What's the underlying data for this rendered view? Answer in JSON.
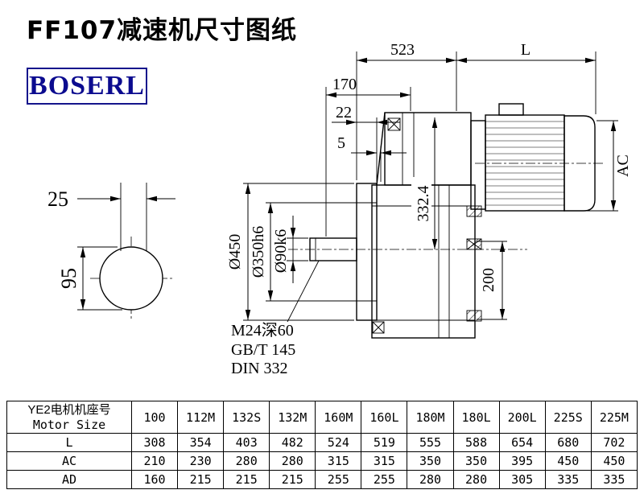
{
  "header": {
    "title": "FF107减速机尺寸图纸",
    "logo": "BOSERL"
  },
  "colors": {
    "logo_blue": "#0b0b8f",
    "line_black": "#000000"
  },
  "drawing": {
    "dims": {
      "d523": "523",
      "dL": "L",
      "d170": "170",
      "d22": "22",
      "d5": "5",
      "dAC": "AC",
      "d450": "Ø450",
      "d350": "Ø350h6",
      "d90": "Ø90k6",
      "d332": "332.4",
      "d200": "200",
      "d25": "25",
      "d95": "95"
    },
    "notes": [
      "M24深60",
      "GB/T 145",
      "DIN 332"
    ]
  },
  "table": {
    "header_cn": "YE2电机机座号",
    "header_en": "Motor Size",
    "columns": [
      "100",
      "112M",
      "132S",
      "132M",
      "160M",
      "160L",
      "180M",
      "180L",
      "200L",
      "225S",
      "225M"
    ],
    "rows": [
      {
        "label": "L",
        "values": [
          "308",
          "354",
          "403",
          "482",
          "524",
          "519",
          "555",
          "588",
          "654",
          "680",
          "702"
        ]
      },
      {
        "label": "AC",
        "values": [
          "210",
          "230",
          "280",
          "280",
          "315",
          "315",
          "350",
          "350",
          "395",
          "450",
          "450"
        ]
      },
      {
        "label": "AD",
        "values": [
          "160",
          "215",
          "215",
          "215",
          "255",
          "255",
          "280",
          "280",
          "305",
          "335",
          "335"
        ]
      }
    ]
  }
}
